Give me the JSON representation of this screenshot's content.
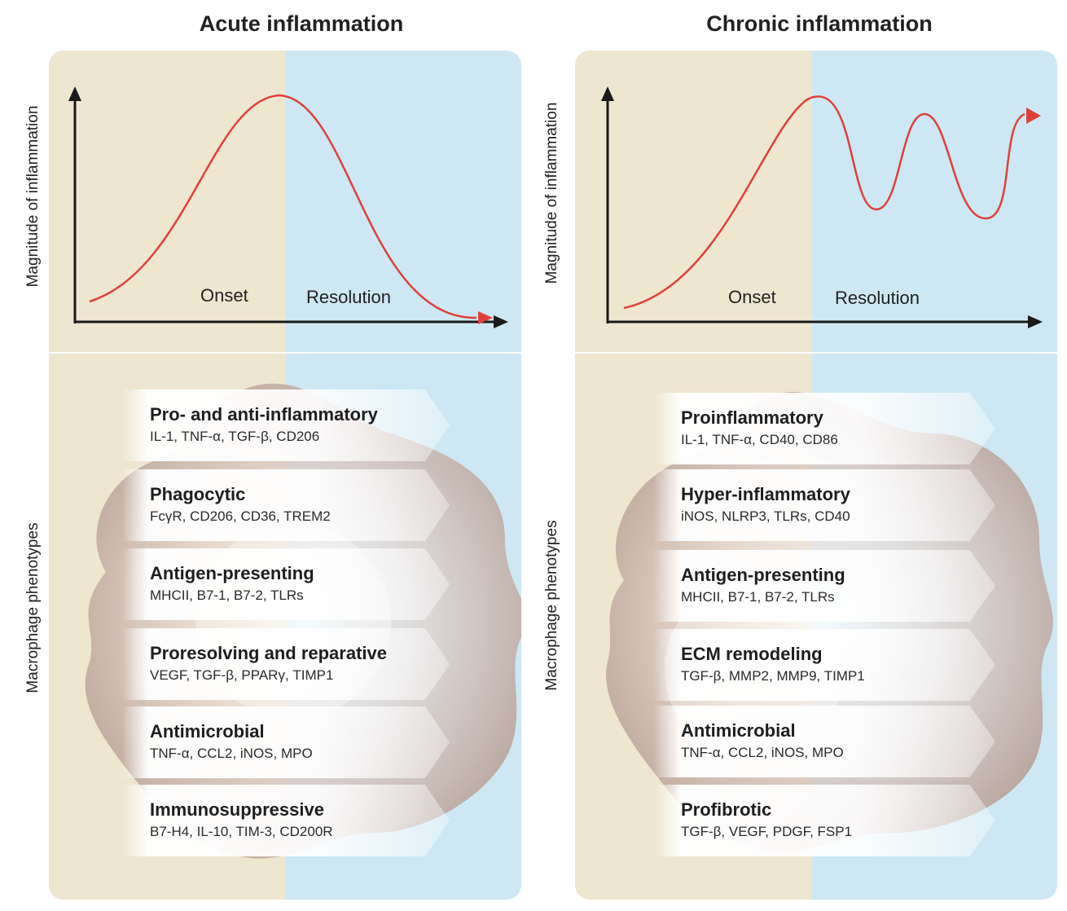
{
  "panels": [
    {
      "title": "Acute inflammation",
      "y_axis_label": "Magnitude of inflammation",
      "phase_labels": [
        "Onset",
        "Resolution"
      ],
      "section_label": "Macrophage phenotypes",
      "phenotypes": [
        {
          "name": "Pro- and anti-inflammatory",
          "markers": "IL-1, TNF-α, TGF-β, CD206"
        },
        {
          "name": "Phagocytic",
          "markers": "FcγR, CD206, CD36, TREM2"
        },
        {
          "name": "Antigen-presenting",
          "markers": "MHCII, B7-1, B7-2, TLRs"
        },
        {
          "name": "Proresolving and reparative",
          "markers": "VEGF, TGF-β, PPARγ, TIMP1"
        },
        {
          "name": "Antimicrobial",
          "markers": "TNF-α, CCL2, iNOS, MPO"
        },
        {
          "name": "Immunosuppressive",
          "markers": "B7-H4, IL-10, TIM-3, CD200R"
        }
      ]
    },
    {
      "title": "Chronic inflammation",
      "y_axis_label": "Magnitude of inflammation",
      "phase_labels": [
        "Onset",
        "Resolution"
      ],
      "section_label": "Macrophage phenotypes",
      "phenotypes": [
        {
          "name": "Proinflammatory",
          "markers": "IL-1, TNF-α, CD40, CD86"
        },
        {
          "name": "Hyper-inflammatory",
          "markers": "iNOS, NLRP3, TLRs, CD40"
        },
        {
          "name": "Antigen-presenting",
          "markers": "MHCII, B7-1, B7-2, TLRs"
        },
        {
          "name": "ECM remodeling",
          "markers": "TGF-β, MMP2, MMP9, TIMP1"
        },
        {
          "name": "Antimicrobial",
          "markers": "TNF-α, CCL2, iNOS, MPO"
        },
        {
          "name": "Profibrotic",
          "markers": "TGF-β, VEGF, PDGF, FSP1"
        }
      ]
    }
  ],
  "colors": {
    "onset_background": "#efe6cf",
    "resolution_background": "#cde8f4",
    "curve": "#e0403a",
    "axis": "#1a1a1a",
    "cell": "#c9b2a9"
  }
}
